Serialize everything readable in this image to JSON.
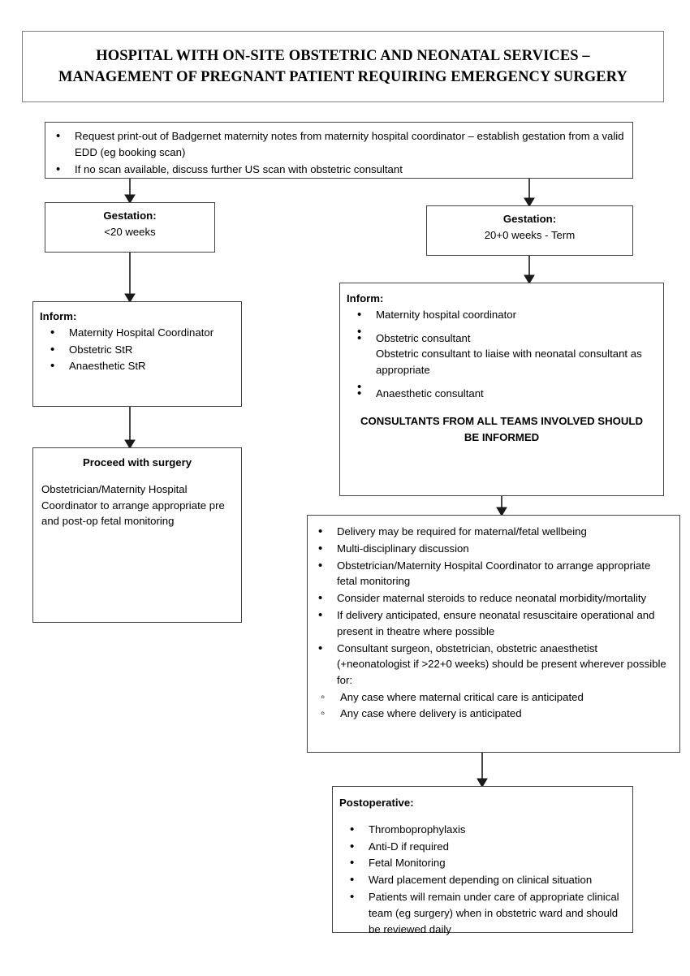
{
  "document": {
    "title": "HOSPITAL WITH ON-SITE OBSTETRIC AND NEONATAL SERVICES – MANAGEMENT OF PREGNANT PATIENT REQUIRING EMERGENCY SURGERY",
    "type": "clinical-flowchart"
  },
  "colors": {
    "text": "#000000",
    "box_border": "#444444",
    "title_border": "#808080",
    "connector": "#1a1a1a",
    "background": "#ffffff"
  },
  "nodes": {
    "initial": {
      "bullets": [
        "Request print-out of Badgernet maternity notes from maternity hospital coordinator – establish gestation from a valid EDD (eg booking scan)",
        "If no scan available, discuss further US scan with obstetric consultant"
      ]
    },
    "gestation_left": {
      "heading": "Gestation:",
      "value": "<20 weeks"
    },
    "gestation_right": {
      "heading": "Gestation:",
      "value": "20+0 weeks - Term"
    },
    "inform_left": {
      "heading": "Inform:",
      "bullets": [
        "Maternity Hospital Coordinator",
        "Obstetric StR",
        "Anaesthetic StR"
      ]
    },
    "proceed": {
      "heading": "Proceed with surgery",
      "body": "Obstetrician/Maternity Hospital Coordinator to arrange appropriate pre and post-op fetal monitoring"
    },
    "inform_right": {
      "heading": "Inform:",
      "bullets": [
        "Maternity hospital coordinator",
        "Obstetric consultant\nObstetric consultant to liaise with neonatal consultant as appropriate",
        "Anaesthetic consultant"
      ],
      "bullet_1": "Maternity hospital coordinator",
      "bullet_2_line1": "Obstetric consultant",
      "bullet_2_line2": "Obstetric consultant to liaise with neonatal consultant as appropriate",
      "bullet_3": "Anaesthetic consultant",
      "footer": "CONSULTANTS FROM ALL TEAMS INVOLVED SHOULD BE INFORMED"
    },
    "delivery": {
      "bullets": [
        "Delivery may be required for maternal/fetal wellbeing",
        "Multi-disciplinary discussion",
        "Obstetrician/Maternity Hospital Coordinator to arrange appropriate fetal monitoring",
        "Consider maternal steroids to reduce neonatal morbidity/mortality",
        "If delivery anticipated, ensure neonatal resuscitaire operational and present in theatre where possible",
        "Consultant surgeon, obstetrician, obstetric anaesthetist (+neonatologist if >22+0 weeks) should be present wherever possible for:"
      ],
      "sub_bullets": [
        "Any case where maternal critical care is anticipated",
        "Any case where delivery is anticipated"
      ]
    },
    "postoperative": {
      "heading": "Postoperative:",
      "bullets": [
        "Thromboprophylaxis",
        "Anti-D if required",
        "Fetal Monitoring",
        "Ward placement depending on clinical situation",
        "Patients will remain under care of appropriate clinical team (eg surgery) when in obstetric ward and should be reviewed daily"
      ]
    }
  }
}
